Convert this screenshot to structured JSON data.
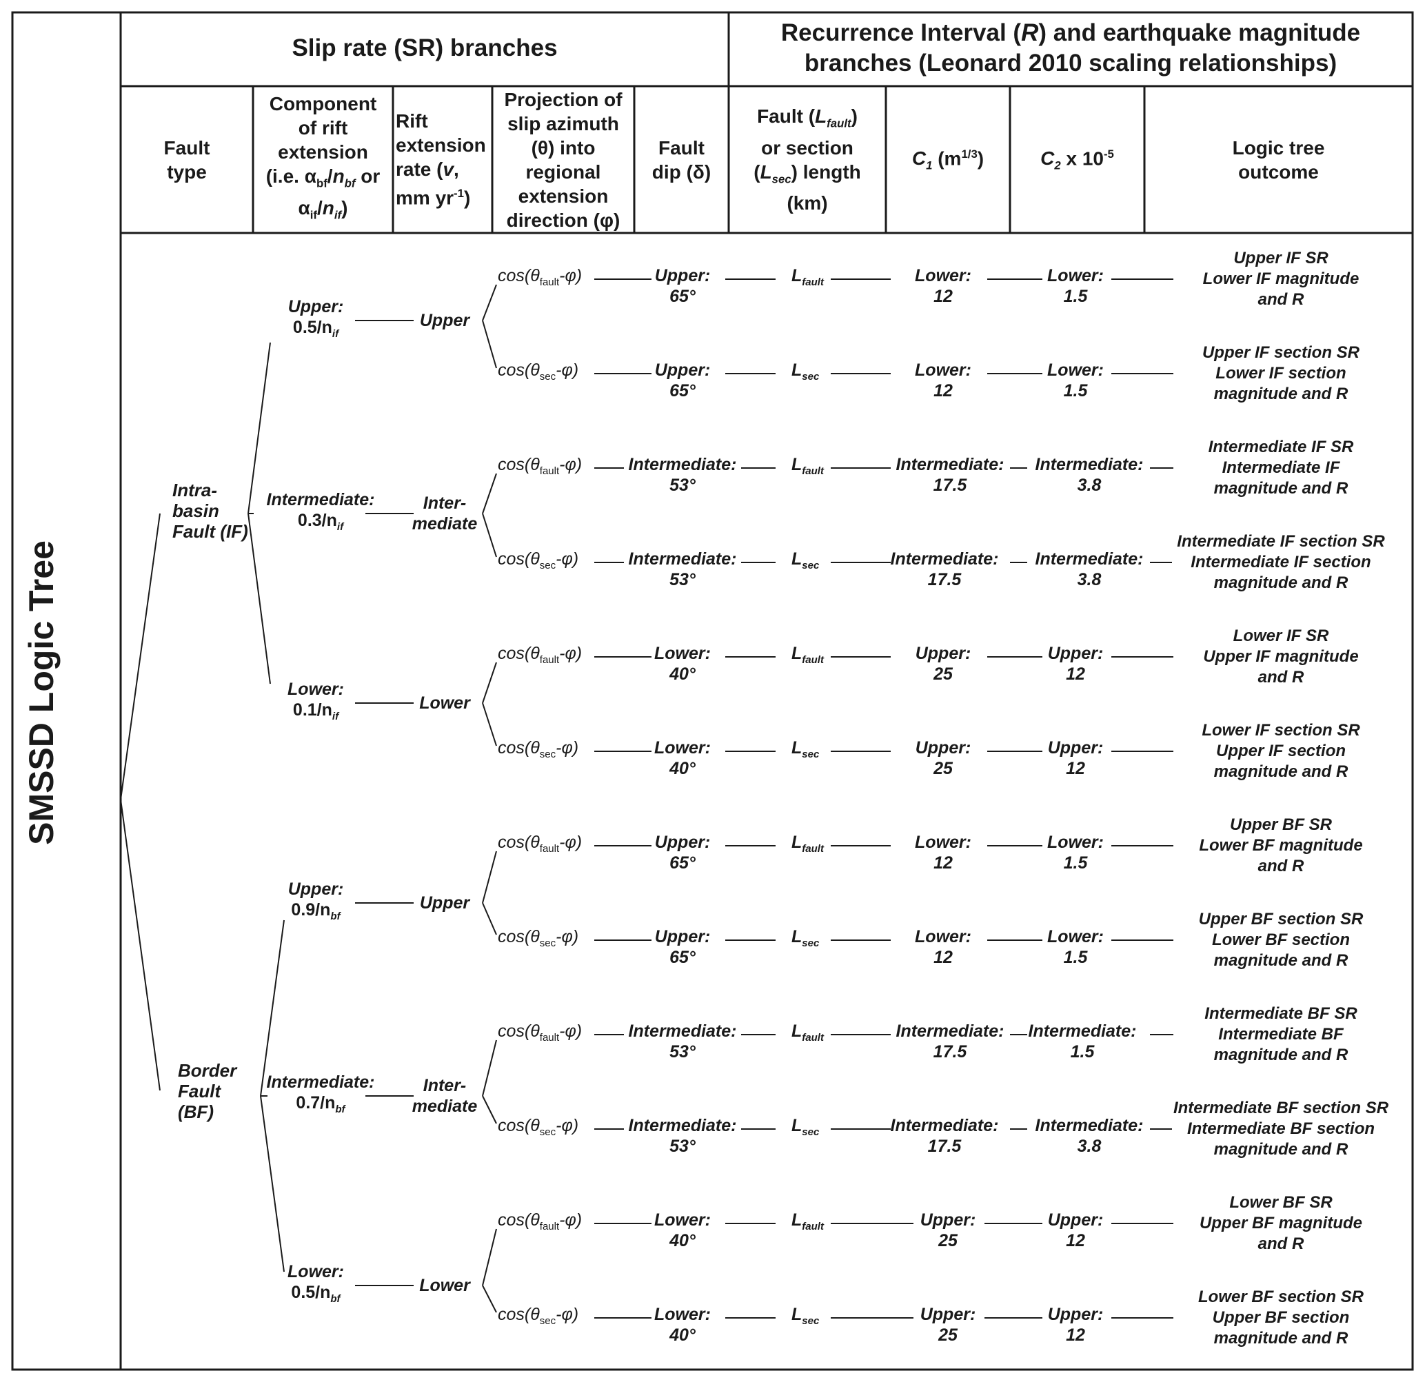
{
  "side_title": "SMSSD Logic Tree",
  "header": {
    "sr_group": "Slip rate (SR) branches",
    "ri_group_1": "Recurrence Interval (R) and earthquake magnitude",
    "ri_group_2": "branches (Leonard 2010 scaling relationships)",
    "col_fault_type": "Fault type",
    "col_component": "Component of rift extension (i.e. αbf/nbf or αif/nif)",
    "col_rift_rate": "Rift extension rate (v, mm yr-1)",
    "col_projection": "Projection of slip azimuth (θ) into regional extension direction (φ)",
    "col_dip": "Fault dip (δ)",
    "col_length": "Fault (Lfault) or section (Lsec) length (km)",
    "col_c1": "C1 (m1/3)",
    "col_c2": "C2 x 10-5",
    "col_outcome": "Logic tree outcome"
  },
  "fault_types": [
    {
      "label": "Intra-basin Fault (IF)",
      "lines": [
        "Intra-",
        "basin",
        "Fault (IF)"
      ]
    },
    {
      "label": "Border Fault (BF)",
      "lines": [
        "Border",
        "Fault",
        "(BF)"
      ]
    }
  ],
  "components": [
    {
      "level": "Upper:",
      "value": "0.5/n",
      "sub": "if",
      "rate": "Upper"
    },
    {
      "level": "Intermediate:",
      "value": "0.3/n",
      "sub": "if",
      "rate_lines": [
        "Inter-",
        "mediate"
      ]
    },
    {
      "level": "Lower:",
      "value": "0.1/n",
      "sub": "if",
      "rate": "Lower"
    },
    {
      "level": "Upper:",
      "value": "0.9/n",
      "sub": "bf",
      "rate": "Upper"
    },
    {
      "level": "Intermediate:",
      "value": "0.7/n",
      "sub": "bf",
      "rate_lines": [
        "Inter-",
        "mediate"
      ]
    },
    {
      "level": "Lower:",
      "value": "0.5/n",
      "sub": "bf",
      "rate": "Lower"
    }
  ],
  "rows": [
    {
      "proj": "fault",
      "dip_level": "Upper:",
      "dip": "65°",
      "len": "fault",
      "c1_level": "Lower:",
      "c1": "12",
      "c2_level": "Lower:",
      "c2": "1.5",
      "outcome": [
        "Upper IF SR",
        "Lower IF magnitude",
        "and R"
      ]
    },
    {
      "proj": "sec",
      "dip_level": "Upper:",
      "dip": "65°",
      "len": "sec",
      "c1_level": "Lower:",
      "c1": "12",
      "c2_level": "Lower:",
      "c2": "1.5",
      "outcome": [
        "Upper IF section SR",
        "Lower IF section",
        "magnitude and R"
      ]
    },
    {
      "proj": "fault",
      "dip_level": "Intermediate:",
      "dip": "53°",
      "len": "fault",
      "c1_level": "Intermediate:",
      "c1": "17.5",
      "c2_level": "Intermediate:",
      "c2": "3.8",
      "outcome": [
        "Intermediate IF SR",
        "Intermediate IF",
        "magnitude and R"
      ]
    },
    {
      "proj": "sec",
      "dip_level": "Intermediate:",
      "dip": "53°",
      "len": "sec",
      "c1_level": "Intermediate:",
      "c1": "17.5",
      "c2_level": "Intermediate:",
      "c2": "3.8",
      "outcome": [
        "Intermediate IF section SR",
        "Intermediate IF section",
        "magnitude and R"
      ]
    },
    {
      "proj": "fault",
      "dip_level": "Lower:",
      "dip": "40°",
      "len": "fault",
      "c1_level": "Upper:",
      "c1": "25",
      "c2_level": "Upper:",
      "c2": "12",
      "outcome": [
        "Lower IF SR",
        "Upper IF magnitude",
        "and R"
      ]
    },
    {
      "proj": "sec",
      "dip_level": "Lower:",
      "dip": "40°",
      "len": "sec",
      "c1_level": "Upper:",
      "c1": "25",
      "c2_level": "Upper:",
      "c2": "12",
      "outcome": [
        "Lower IF section SR",
        "Upper IF section",
        "magnitude and R"
      ]
    },
    {
      "proj": "fault",
      "dip_level": "Upper:",
      "dip": "65°",
      "len": "fault",
      "c1_level": "Lower:",
      "c1": "12",
      "c2_level": "Lower:",
      "c2": "1.5",
      "outcome": [
        "Upper BF SR",
        "Lower BF magnitude",
        "and R"
      ]
    },
    {
      "proj": "sec",
      "dip_level": "Upper:",
      "dip": "65°",
      "len": "sec",
      "c1_level": "Lower:",
      "c1": "12",
      "c2_level": "Lower:",
      "c2": "1.5",
      "outcome": [
        "Upper BF section SR",
        "Lower BF section",
        "magnitude and R"
      ]
    },
    {
      "proj": "fault",
      "dip_level": "Intermediate:",
      "dip": "53°",
      "len": "fault",
      "c1_level": "Intermediate:",
      "c1": "17.5",
      "c2_level": "Intermediate:",
      "c2": "1.5",
      "outcome": [
        "Intermediate BF SR",
        "Intermediate BF",
        "magnitude and R"
      ]
    },
    {
      "proj": "sec",
      "dip_level": "Intermediate:",
      "dip": "53°",
      "len": "sec",
      "c1_level": "Intermediate:",
      "c1": "17.5",
      "c2_level": "Intermediate:",
      "c2": "3.8",
      "outcome": [
        "Intermediate BF section SR",
        "Intermediate BF section",
        "magnitude and R"
      ]
    },
    {
      "proj": "fault",
      "dip_level": "Lower:",
      "dip": "40°",
      "len": "fault",
      "c1_level": "Upper:",
      "c1": "25",
      "c2_level": "Upper:",
      "c2": "12",
      "outcome": [
        "Lower BF SR",
        "Upper BF magnitude",
        "and R"
      ]
    },
    {
      "proj": "sec",
      "dip_level": "Lower:",
      "dip": "40°",
      "len": "sec",
      "c1_level": "Upper:",
      "c1": "25",
      "c2_level": "Upper:",
      "c2": "12",
      "outcome": [
        "Lower BF section SR",
        "Upper BF section",
        "magnitude and R"
      ]
    }
  ],
  "colors": {
    "line": "#1a1a1a",
    "background": "#ffffff"
  }
}
